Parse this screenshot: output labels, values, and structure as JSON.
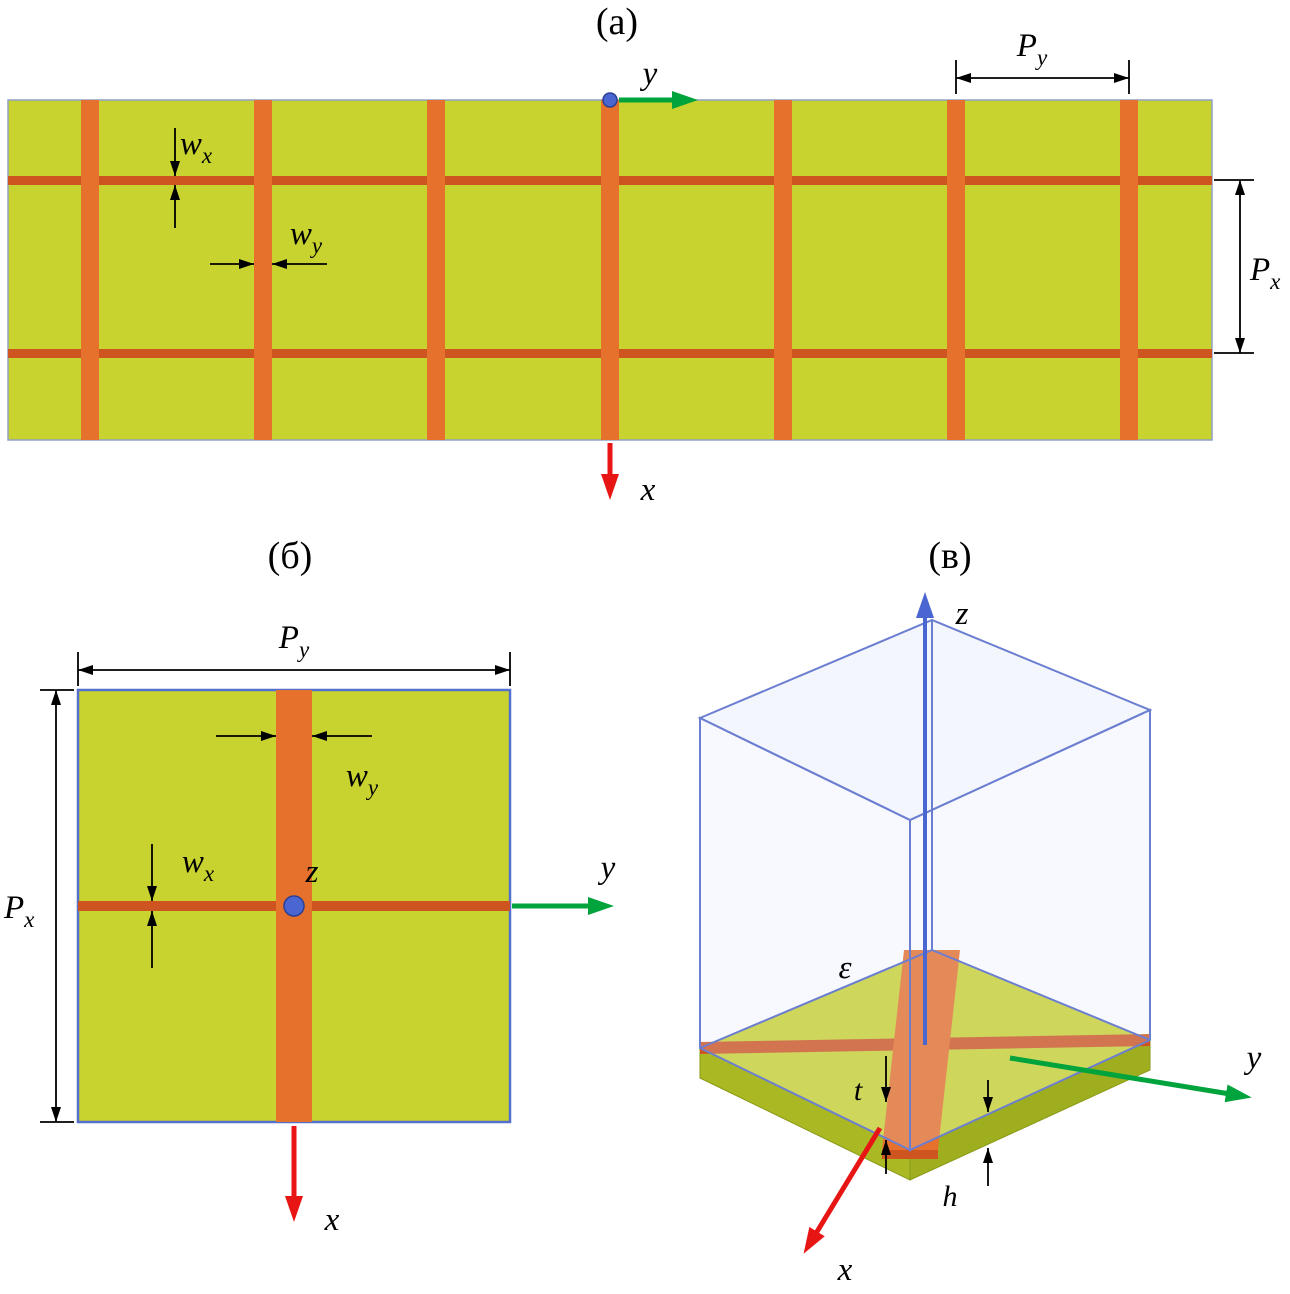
{
  "figure": {
    "panel_a_label": "(а)",
    "panel_b_label": "(б)",
    "panel_c_label": "(в)"
  },
  "symbols": {
    "P": "P",
    "w": "w",
    "sub_x": "x",
    "sub_y": "y",
    "axis_x": "x",
    "axis_y": "y",
    "axis_z": "z",
    "epsilon": "ε",
    "thickness_t": "t",
    "thickness_h": "h"
  },
  "colors": {
    "substrate": "#c9d330",
    "substrate_side": "#aab823",
    "substrate_side2": "#9fae1f",
    "slab_edge": "#8a9a18",
    "strip": "#e6712c",
    "strip_thin": "#cf5520",
    "outline": "#8fa0c8",
    "cell_border": "#5570cc",
    "box_edge": "#6b7ed0",
    "axis_x": "#e81515",
    "axis_y": "#00a33c",
    "axis_z": "#4a66d0",
    "origin_dot": "#4a66d0",
    "annotation": "#000000"
  }
}
